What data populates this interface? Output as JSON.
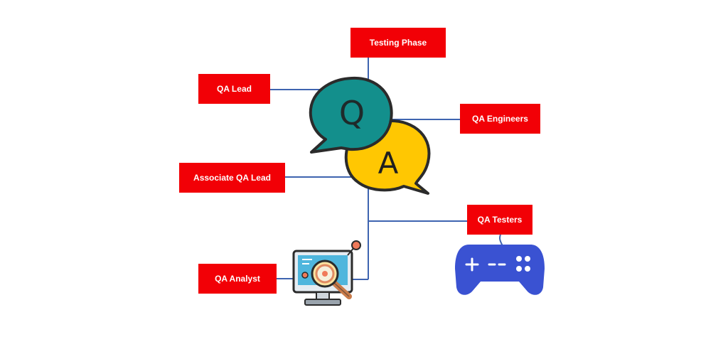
{
  "roles": {
    "testing_phase": "Testing Phase",
    "qa_lead": "QA Lead",
    "qa_engineers": "QA Engineers",
    "associate_qa_lead": "Associate QA Lead",
    "qa_testers": "QA Testers",
    "qa_analyst": "QA Analyst"
  },
  "bubbles": {
    "question_letter": "Q",
    "answer_letter": "A"
  },
  "icons": {
    "qa_bubbles": "qa-chat-bubbles-icon",
    "gamepad": "gamepad-icon",
    "analyst_monitor": "monitor-magnifier-icon"
  },
  "colors": {
    "box": "#f20006",
    "connector": "#3e64b0",
    "q_bubble": "#138f8c",
    "a_bubble": "#ffc702",
    "gamepad": "#3a52d2"
  }
}
